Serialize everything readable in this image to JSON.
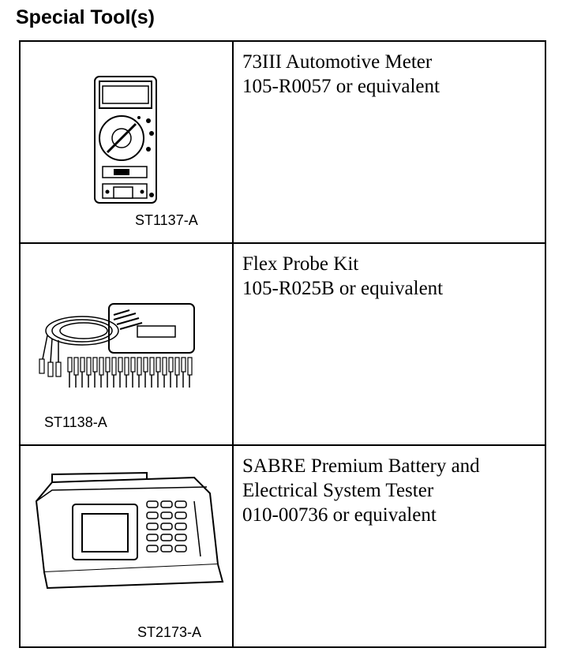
{
  "heading": "Special Tool(s)",
  "tools": [
    {
      "code": "ST1137-A",
      "icon": "multimeter-icon",
      "lines": [
        "73III Automotive Meter",
        "105-R0057 or equivalent"
      ]
    },
    {
      "code": "ST1138-A",
      "icon": "flex-probe-kit-icon",
      "lines": [
        "Flex Probe Kit",
        "105-R025B or equivalent"
      ]
    },
    {
      "code": "ST2173-A",
      "icon": "battery-tester-icon",
      "lines": [
        "SABRE Premium Battery and",
        "Electrical System Tester",
        "010-00736 or equivalent"
      ]
    }
  ]
}
